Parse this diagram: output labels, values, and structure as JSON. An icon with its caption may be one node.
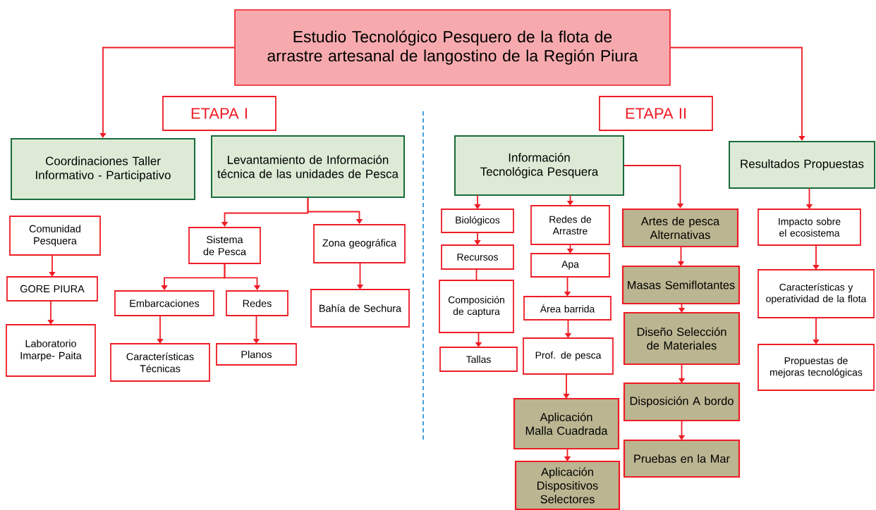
{
  "diagram": {
    "nodes": [
      {
        "text": [
          "Estudio Tecnológico Pesquero de la flota de arrastre artesanal de langostino de la Región Piura"
        ]
      },
      {
        "text": [
          "ETAPA I"
        ]
      },
      {
        "text": [
          "ETAPA II"
        ]
      },
      {
        "text": [
          "Coordinaciones Taller Informativo - Participativo"
        ]
      },
      {
        "text": [
          "Levantamiento de Información técnica de las unidades de Pesca"
        ]
      },
      {
        "text": [
          "Comunidad Pesquera"
        ]
      },
      {
        "text": [
          "GORE PIURA"
        ]
      },
      {
        "text": [
          "Laboratorio Imarpe- Paita"
        ]
      },
      {
        "text": [
          "Sistema de Pesca"
        ]
      },
      {
        "text": [
          "Zona geográfica"
        ]
      },
      {
        "text": [
          "Embarcaciones"
        ]
      },
      {
        "text": [
          "Redes"
        ]
      },
      {
        "text": [
          "Características Técnicas"
        ]
      },
      {
        "text": [
          "Planos"
        ]
      },
      {
        "text": [
          "Bahía de Sechura"
        ]
      },
      {
        "text": [
          "Información Tecnológica Pesquera"
        ]
      },
      {
        "text": [
          "Biológicos"
        ]
      },
      {
        "text": [
          "Recursos"
        ]
      },
      {
        "text": [
          "Composición de captura"
        ]
      },
      {
        "text": [
          "Tallas"
        ]
      },
      {
        "text": [
          "Redes de Arrastre"
        ]
      },
      {
        "text": [
          "Apa"
        ]
      },
      {
        "text": [
          "Área barrida"
        ]
      },
      {
        "text": [
          "Prof. de pesca"
        ]
      },
      {
        "text": [
          "Aplicación Malla Cuadrada"
        ]
      },
      {
        "text": [
          "Aplicación Dispositivos Selectores"
        ]
      },
      {
        "text": [
          "Artes de pesca Alternativas"
        ]
      },
      {
        "text": [
          "Masas Semiflotantes"
        ]
      },
      {
        "text": [
          "Diseño Selección de Materiales"
        ]
      },
      {
        "text": [
          "Disposición A bordo"
        ]
      },
      {
        "text": [
          "Pruebas en la Mar"
        ]
      },
      {
        "text": [
          "Resultados Propuestas"
        ]
      },
      {
        "text": [
          "Impacto sobre el ecosistema"
        ]
      },
      {
        "text": [
          "Características y operatividad de la flota"
        ]
      },
      {
        "text": [
          "Propuestas de mejoras tecnológicas"
        ]
      }
    ],
    "edges": [
      {
        "from": 0,
        "to": 3,
        "arrow": "to"
      },
      {
        "from": 0,
        "to": 31,
        "arrow": "to"
      },
      {
        "from": 4,
        "to": 8,
        "arrow": "to"
      },
      {
        "from": 4,
        "to": 9,
        "arrow": "to"
      },
      {
        "from": 5,
        "to": 6,
        "arrow": "to"
      },
      {
        "from": 6,
        "to": 7,
        "arrow": "to"
      },
      {
        "from": 8,
        "to": 10,
        "arrow": "to"
      },
      {
        "from": 8,
        "to": 11,
        "arrow": "to"
      },
      {
        "from": 10,
        "to": 12,
        "arrow": "to"
      },
      {
        "from": 11,
        "to": 13,
        "arrow": "to"
      },
      {
        "from": 9,
        "to": 14,
        "arrow": "to"
      },
      {
        "from": 15,
        "to": 16,
        "arrow": "to"
      },
      {
        "from": 15,
        "to": 20,
        "arrow": "to"
      },
      {
        "from": 15,
        "to": 26,
        "arrow": "to"
      },
      {
        "from": 16,
        "to": 17,
        "arrow": "to"
      },
      {
        "from": 17,
        "to": 18,
        "arrow": "none"
      },
      {
        "from": 18,
        "to": 19,
        "arrow": "to"
      },
      {
        "from": 20,
        "to": 21,
        "arrow": "to"
      },
      {
        "from": 21,
        "to": 22,
        "arrow": "to"
      },
      {
        "from": 22,
        "to": 23,
        "arrow": "to"
      },
      {
        "from": 23,
        "to": 24,
        "arrow": "to"
      },
      {
        "from": 24,
        "to": 25,
        "arrow": "to"
      },
      {
        "from": 26,
        "to": 27,
        "arrow": "to"
      },
      {
        "from": 27,
        "to": 28,
        "arrow": "to"
      },
      {
        "from": 28,
        "to": 29,
        "arrow": "to"
      },
      {
        "from": 29,
        "to": 30,
        "arrow": "to"
      },
      {
        "from": 31,
        "to": 32,
        "arrow": "to"
      },
      {
        "from": 32,
        "to": 33,
        "arrow": "to"
      },
      {
        "from": 33,
        "to": 34,
        "arrow": "to"
      }
    ]
  }
}
